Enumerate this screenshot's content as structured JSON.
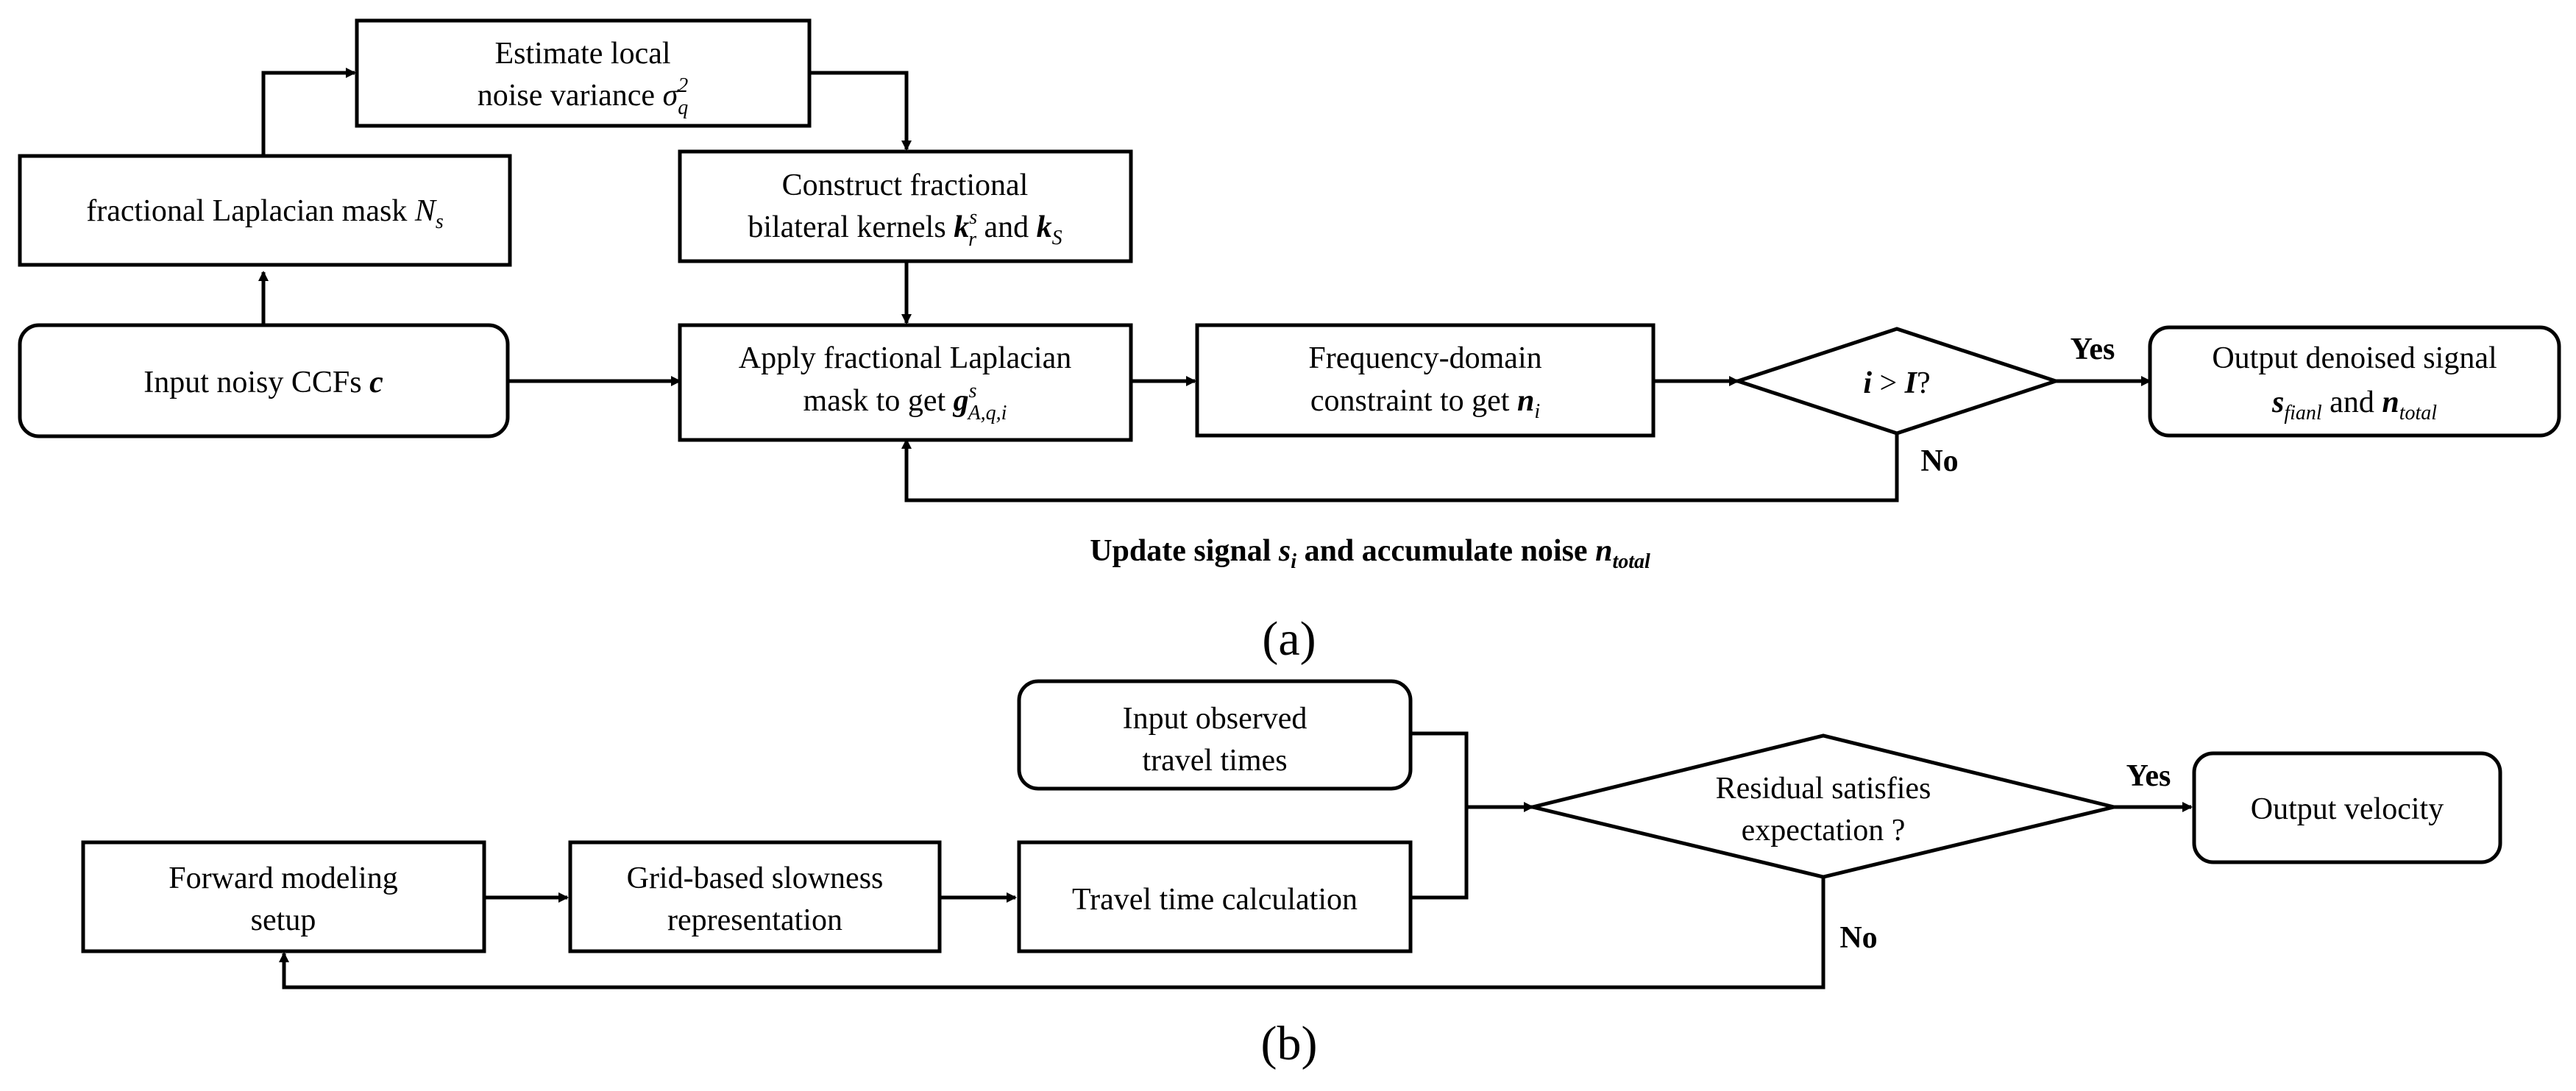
{
  "panel_a": {
    "label": "(a)",
    "nodes": {
      "estimate_variance": {
        "line1": "Estimate local",
        "line2_text": "noise variance ",
        "line2_var": "σ",
        "line2_sub": "q",
        "line2_sup": "2"
      },
      "laplacian_mask": {
        "text": "fractional Laplacian mask ",
        "var": "N",
        "sub": "s"
      },
      "input_ccfs": {
        "text": "Input noisy CCFs ",
        "var": "c"
      },
      "construct_kernels": {
        "line1": "Construct fractional",
        "line2_text": "bilateral kernels ",
        "var1": "k",
        "var1_sub": "r",
        "var1_sup": "s",
        "and": " and ",
        "var2": "k",
        "var2_sub": "S"
      },
      "apply_mask": {
        "line1": "Apply fractional Laplacian",
        "line2_text": "mask to get ",
        "var": "g",
        "sub": "A,q,i",
        "sup": "s"
      },
      "frequency_constraint": {
        "line1": "Frequency-domain",
        "line2_text": "constraint to get ",
        "var": "n",
        "sub": "i"
      },
      "decision": {
        "var1": "i",
        "op": " > ",
        "var2": "I",
        "q": "?"
      },
      "output_signal": {
        "line1": "Output denoised signal",
        "var1": "s",
        "var1_sub": "fianl",
        "and": " and ",
        "var2": "n",
        "var2_sub": "total"
      }
    },
    "edge_labels": {
      "yes": "Yes",
      "no": "No",
      "update_prefix": "Update signal ",
      "update_var1": "s",
      "update_var1_sub": "i",
      "update_mid": " and accumulate noise ",
      "update_var2": "n",
      "update_var2_sub": "total"
    }
  },
  "panel_b": {
    "label": "(b)",
    "nodes": {
      "observed_times": {
        "line1": "Input observed",
        "line2": "travel times"
      },
      "forward_setup": {
        "line1": "Forward modeling",
        "line2": "setup"
      },
      "slowness_grid": {
        "line1": "Grid-based slowness",
        "line2": "representation"
      },
      "travel_calc": {
        "text": "Travel time calculation"
      },
      "residual_check": {
        "line1": "Residual satisfies",
        "line2": "expectation ?"
      },
      "output_velocity": {
        "text": "Output velocity"
      }
    },
    "edge_labels": {
      "yes": "Yes",
      "no": "No"
    }
  }
}
